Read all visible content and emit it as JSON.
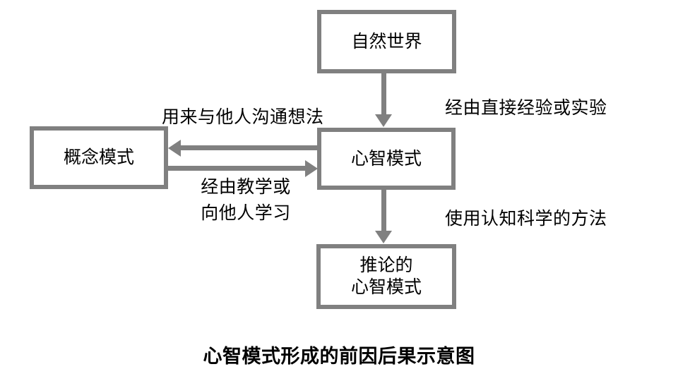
{
  "diagram": {
    "type": "flowchart",
    "title": "心智模式形成的前因后果示意图",
    "colors": {
      "shape_gray": "#808080",
      "text": "#000000",
      "box_fill": "#ffffff",
      "background": "#ffffff"
    },
    "boxes": {
      "natural_world": {
        "label": "自然世界"
      },
      "mental_model": {
        "label": "心智模式"
      },
      "conceptual_model": {
        "label": "概念模式"
      },
      "inferred_mental_model": {
        "line1": "推论的",
        "line2": "心智模式"
      }
    },
    "edges": {
      "natural_to_mental": {
        "direction": "down",
        "label": "经由直接经验或实验"
      },
      "mental_to_conceptual": {
        "direction": "left",
        "label": "用来与他人沟通想法"
      },
      "conceptual_to_mental": {
        "direction": "right",
        "label_line1": "经由教学或",
        "label_line2": "向他人学习"
      },
      "mental_to_inferred": {
        "direction": "down",
        "label": "使用认知科学的方法"
      }
    }
  }
}
